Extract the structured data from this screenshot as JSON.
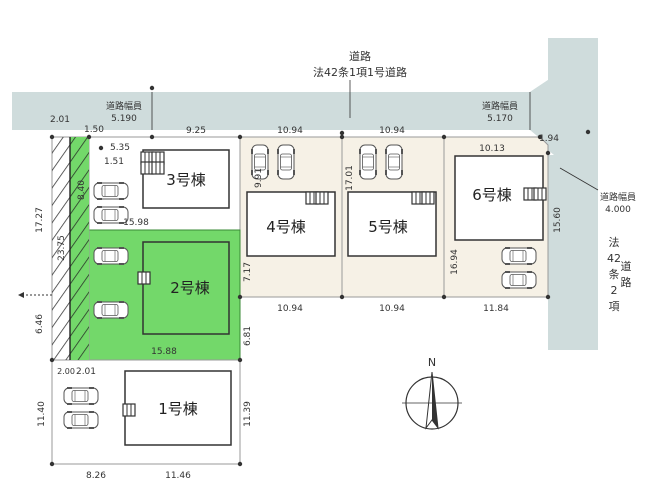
{
  "map": {
    "road_top": {
      "line1": "道路",
      "line2": "法42条1項1号道路"
    },
    "road_right": {
      "chars": [
        "法",
        "42",
        "条",
        "2",
        "項",
        "道",
        "路"
      ]
    },
    "road_width_left": {
      "label": "道路幅員",
      "value": "5.190"
    },
    "road_width_mid": {
      "label": "道路幅員",
      "value": "5.170"
    },
    "road_width_right": {
      "label": "道路幅員",
      "value": "4.000"
    },
    "houses": {
      "h1": "1号棟",
      "h2": "2号棟",
      "h3": "3号棟",
      "h4": "4号棟",
      "h5": "5号棟",
      "h6": "6号棟"
    },
    "north": "N",
    "dims": {
      "d201_top": "2.01",
      "d150": "1.50",
      "d535": "5.35",
      "d151": "1.51",
      "d925": "9.25",
      "d1094_a": "10.94",
      "d1094_b": "10.94",
      "d194": "1.94",
      "d1013": "10.13",
      "d1727": "17.27",
      "d840": "8.40",
      "d2375": "23.75",
      "d1598": "15.98",
      "d991": "9.91",
      "d1701": "17.01",
      "d1560": "15.60",
      "d1694": "16.94",
      "d717": "7.17",
      "d1094_c": "10.94",
      "d1094_d": "10.94",
      "d1184": "11.84",
      "d646": "6.46",
      "d681": "6.81",
      "d1588": "15.88",
      "d200": "2.00",
      "d201_bottom": "2.01",
      "d1140": "11.40",
      "d1139": "11.39",
      "d826": "8.26",
      "d1146": "11.46"
    },
    "colors": {
      "road": "#cfdcdc",
      "lot": "#f6f1e6",
      "highlight": "#73d86a",
      "pin": "#333333"
    }
  }
}
